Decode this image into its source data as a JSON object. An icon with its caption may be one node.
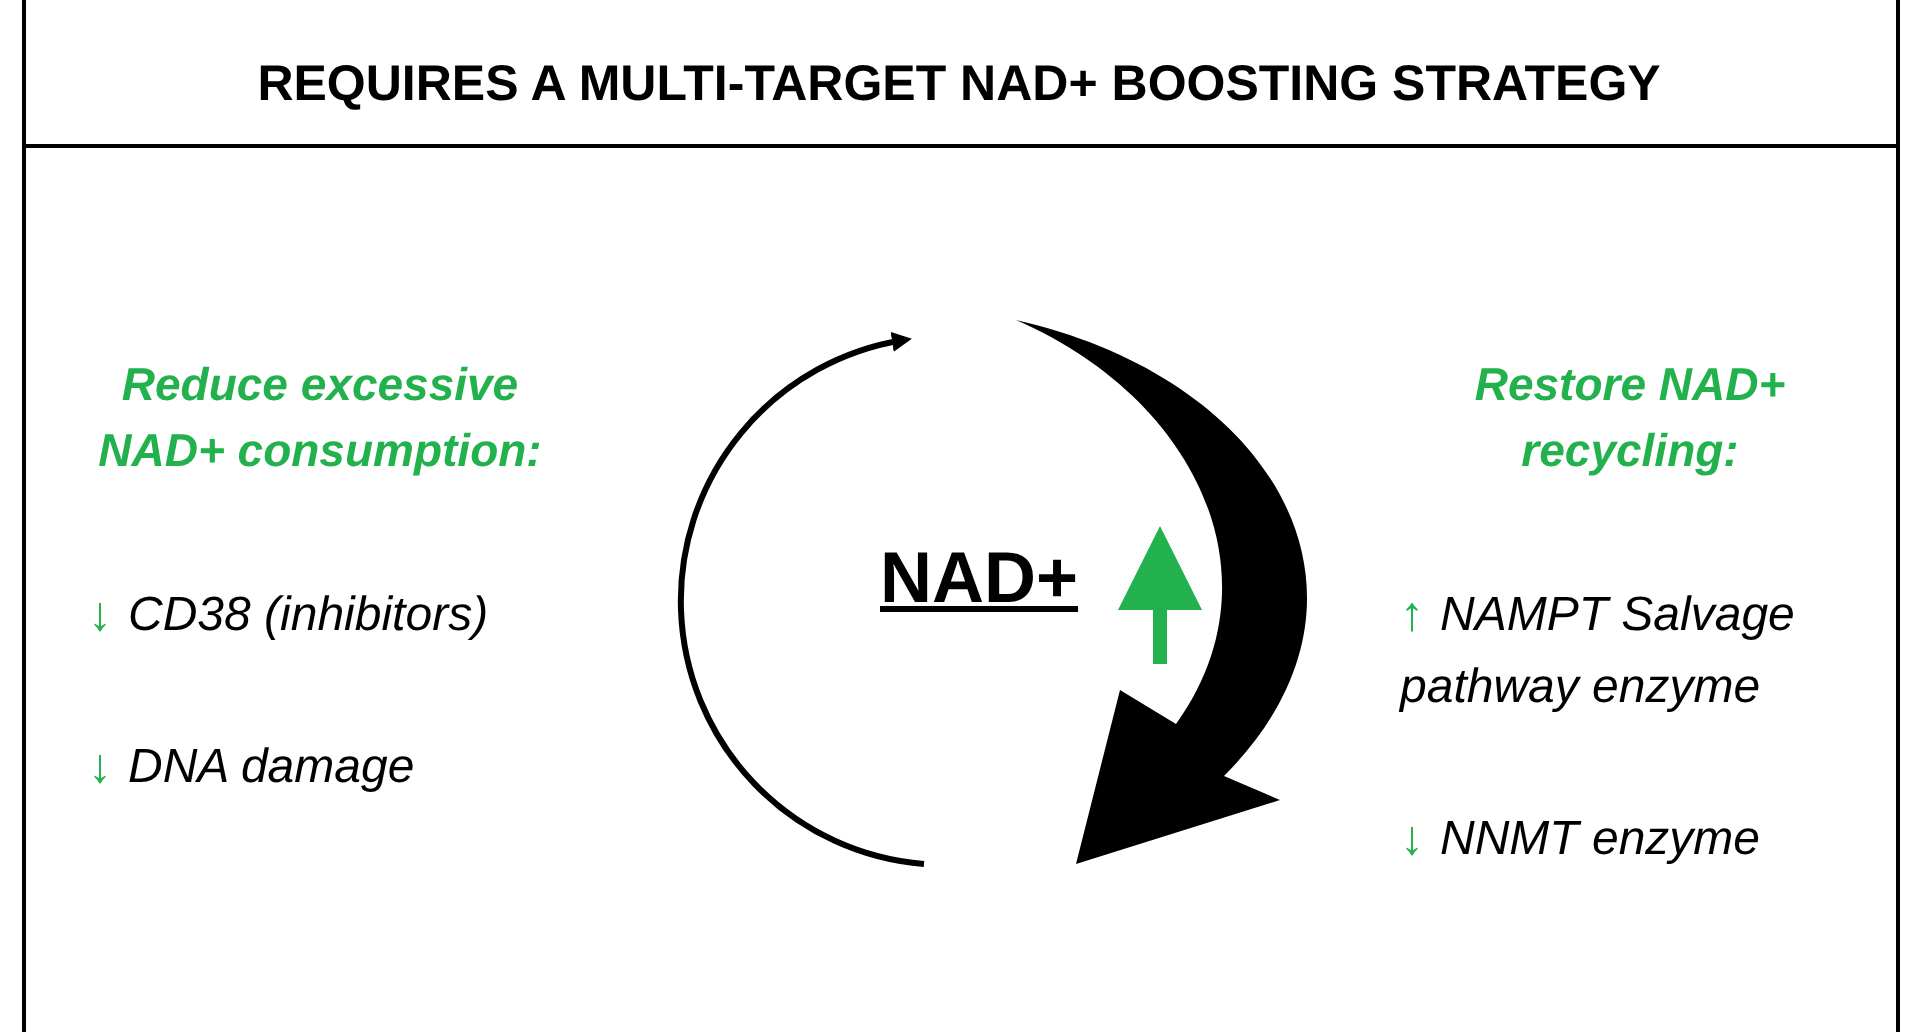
{
  "diagram": {
    "title": "REQUIRES A MULTI-TARGET NAD+ BOOSTING STRATEGY",
    "labels": [
      "Reduce excessive NAD+ consumption:",
      "↓ CD38 (inhibitors)",
      "↓ DNA damage",
      "NAD+",
      "Restore NAD+ recycling:",
      "↑ NAMPT Salvage pathway enzyme",
      "↓ NNMT enzyme"
    ]
  }
}
